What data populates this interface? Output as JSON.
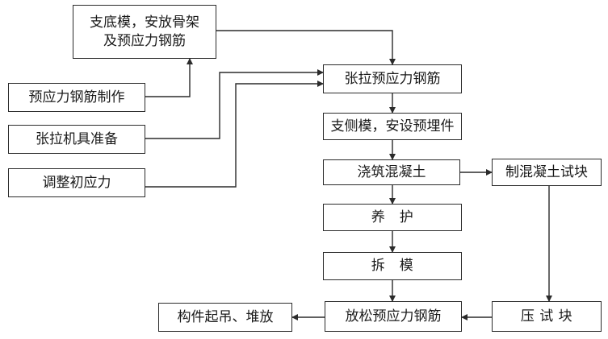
{
  "steps": {
    "formwork_base": "支底模，安放骨架\n及预应力钢筋",
    "make_tendons": "预应力钢筋制作",
    "prepare_jacks": "张拉机具准备",
    "adjust_stress": "调整初应力",
    "tension": "张拉预应力钢筋",
    "side_forms": "支侧模，安设预埋件",
    "pour": "浇筑混凝土",
    "test_cubes": "制混凝土试块",
    "cure": "养　护",
    "strip": "拆　模",
    "press_test": "压 试 块",
    "release": "放松预应力钢筋",
    "hoist": "构件起吊、堆放"
  }
}
